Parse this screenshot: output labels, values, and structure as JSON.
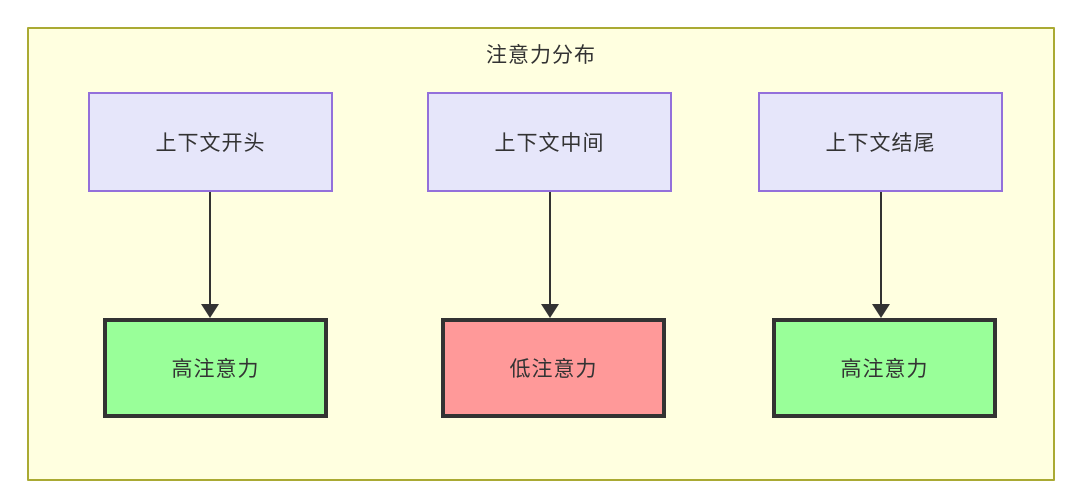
{
  "diagram": {
    "title": "注意力分布",
    "nodes": {
      "context_start": "上下文开头",
      "context_middle": "上下文中间",
      "context_end": "上下文结尾",
      "attention_high_left": "高注意力",
      "attention_low_middle": "低注意力",
      "attention_high_right": "高注意力"
    },
    "colors": {
      "container_fill": "#ffffe0",
      "container_border": "#aaaa33",
      "context_fill": "#e6e6fa",
      "context_border": "#9370db",
      "high_attention_fill": "#99ff99",
      "low_attention_fill": "#ff9999",
      "node_border": "#333333",
      "text": "#333333"
    }
  }
}
